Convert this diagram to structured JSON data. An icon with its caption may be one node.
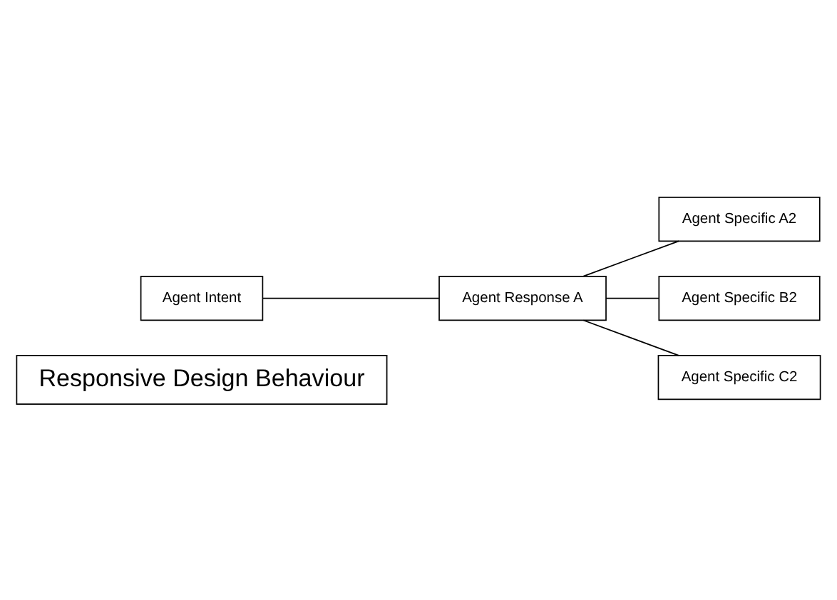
{
  "diagram": {
    "nodes": [
      {
        "text": [
          "Responsive Design Behaviour"
        ]
      },
      {
        "text": [
          "Agent Intent"
        ]
      },
      {
        "text": [
          "Agent Response A"
        ]
      },
      {
        "text": [
          "Agent Specific A2"
        ]
      },
      {
        "text": [
          "Agent Specific B2"
        ]
      },
      {
        "text": [
          "Agent Specific C2"
        ]
      }
    ],
    "edges": [
      {
        "from": 1,
        "to": 2,
        "arrow": "none"
      },
      {
        "from": 2,
        "to": 3,
        "arrow": "none"
      },
      {
        "from": 2,
        "to": 4,
        "arrow": "none"
      },
      {
        "from": 2,
        "to": 5,
        "arrow": "none"
      }
    ]
  }
}
